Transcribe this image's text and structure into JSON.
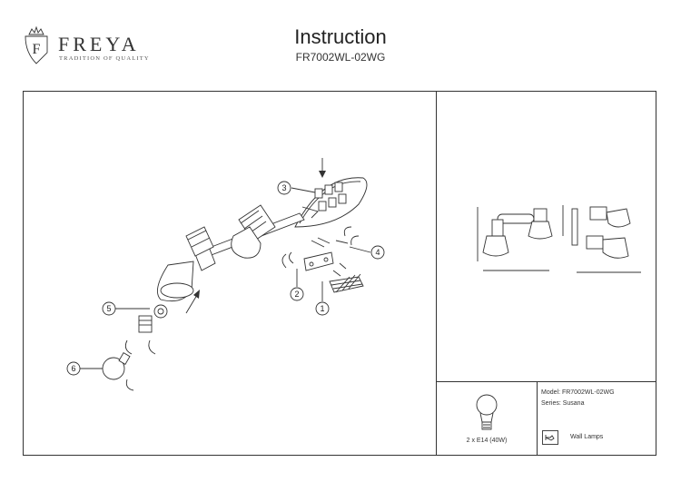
{
  "header": {
    "brand": "FREYA",
    "tagline": "TRADITION OF QUALITY",
    "title": "Instruction",
    "model": "FR7002WL-02WG"
  },
  "callouts": [
    "1",
    "2",
    "3",
    "4",
    "5",
    "6"
  ],
  "bulb": {
    "label": "2 x E14 (40W)"
  },
  "specs": {
    "model": "Model: FR7002WL-02WG",
    "series": "Series: Susana",
    "type": "Wall Lamps"
  },
  "colors": {
    "line": "#333333",
    "background": "#ffffff"
  }
}
